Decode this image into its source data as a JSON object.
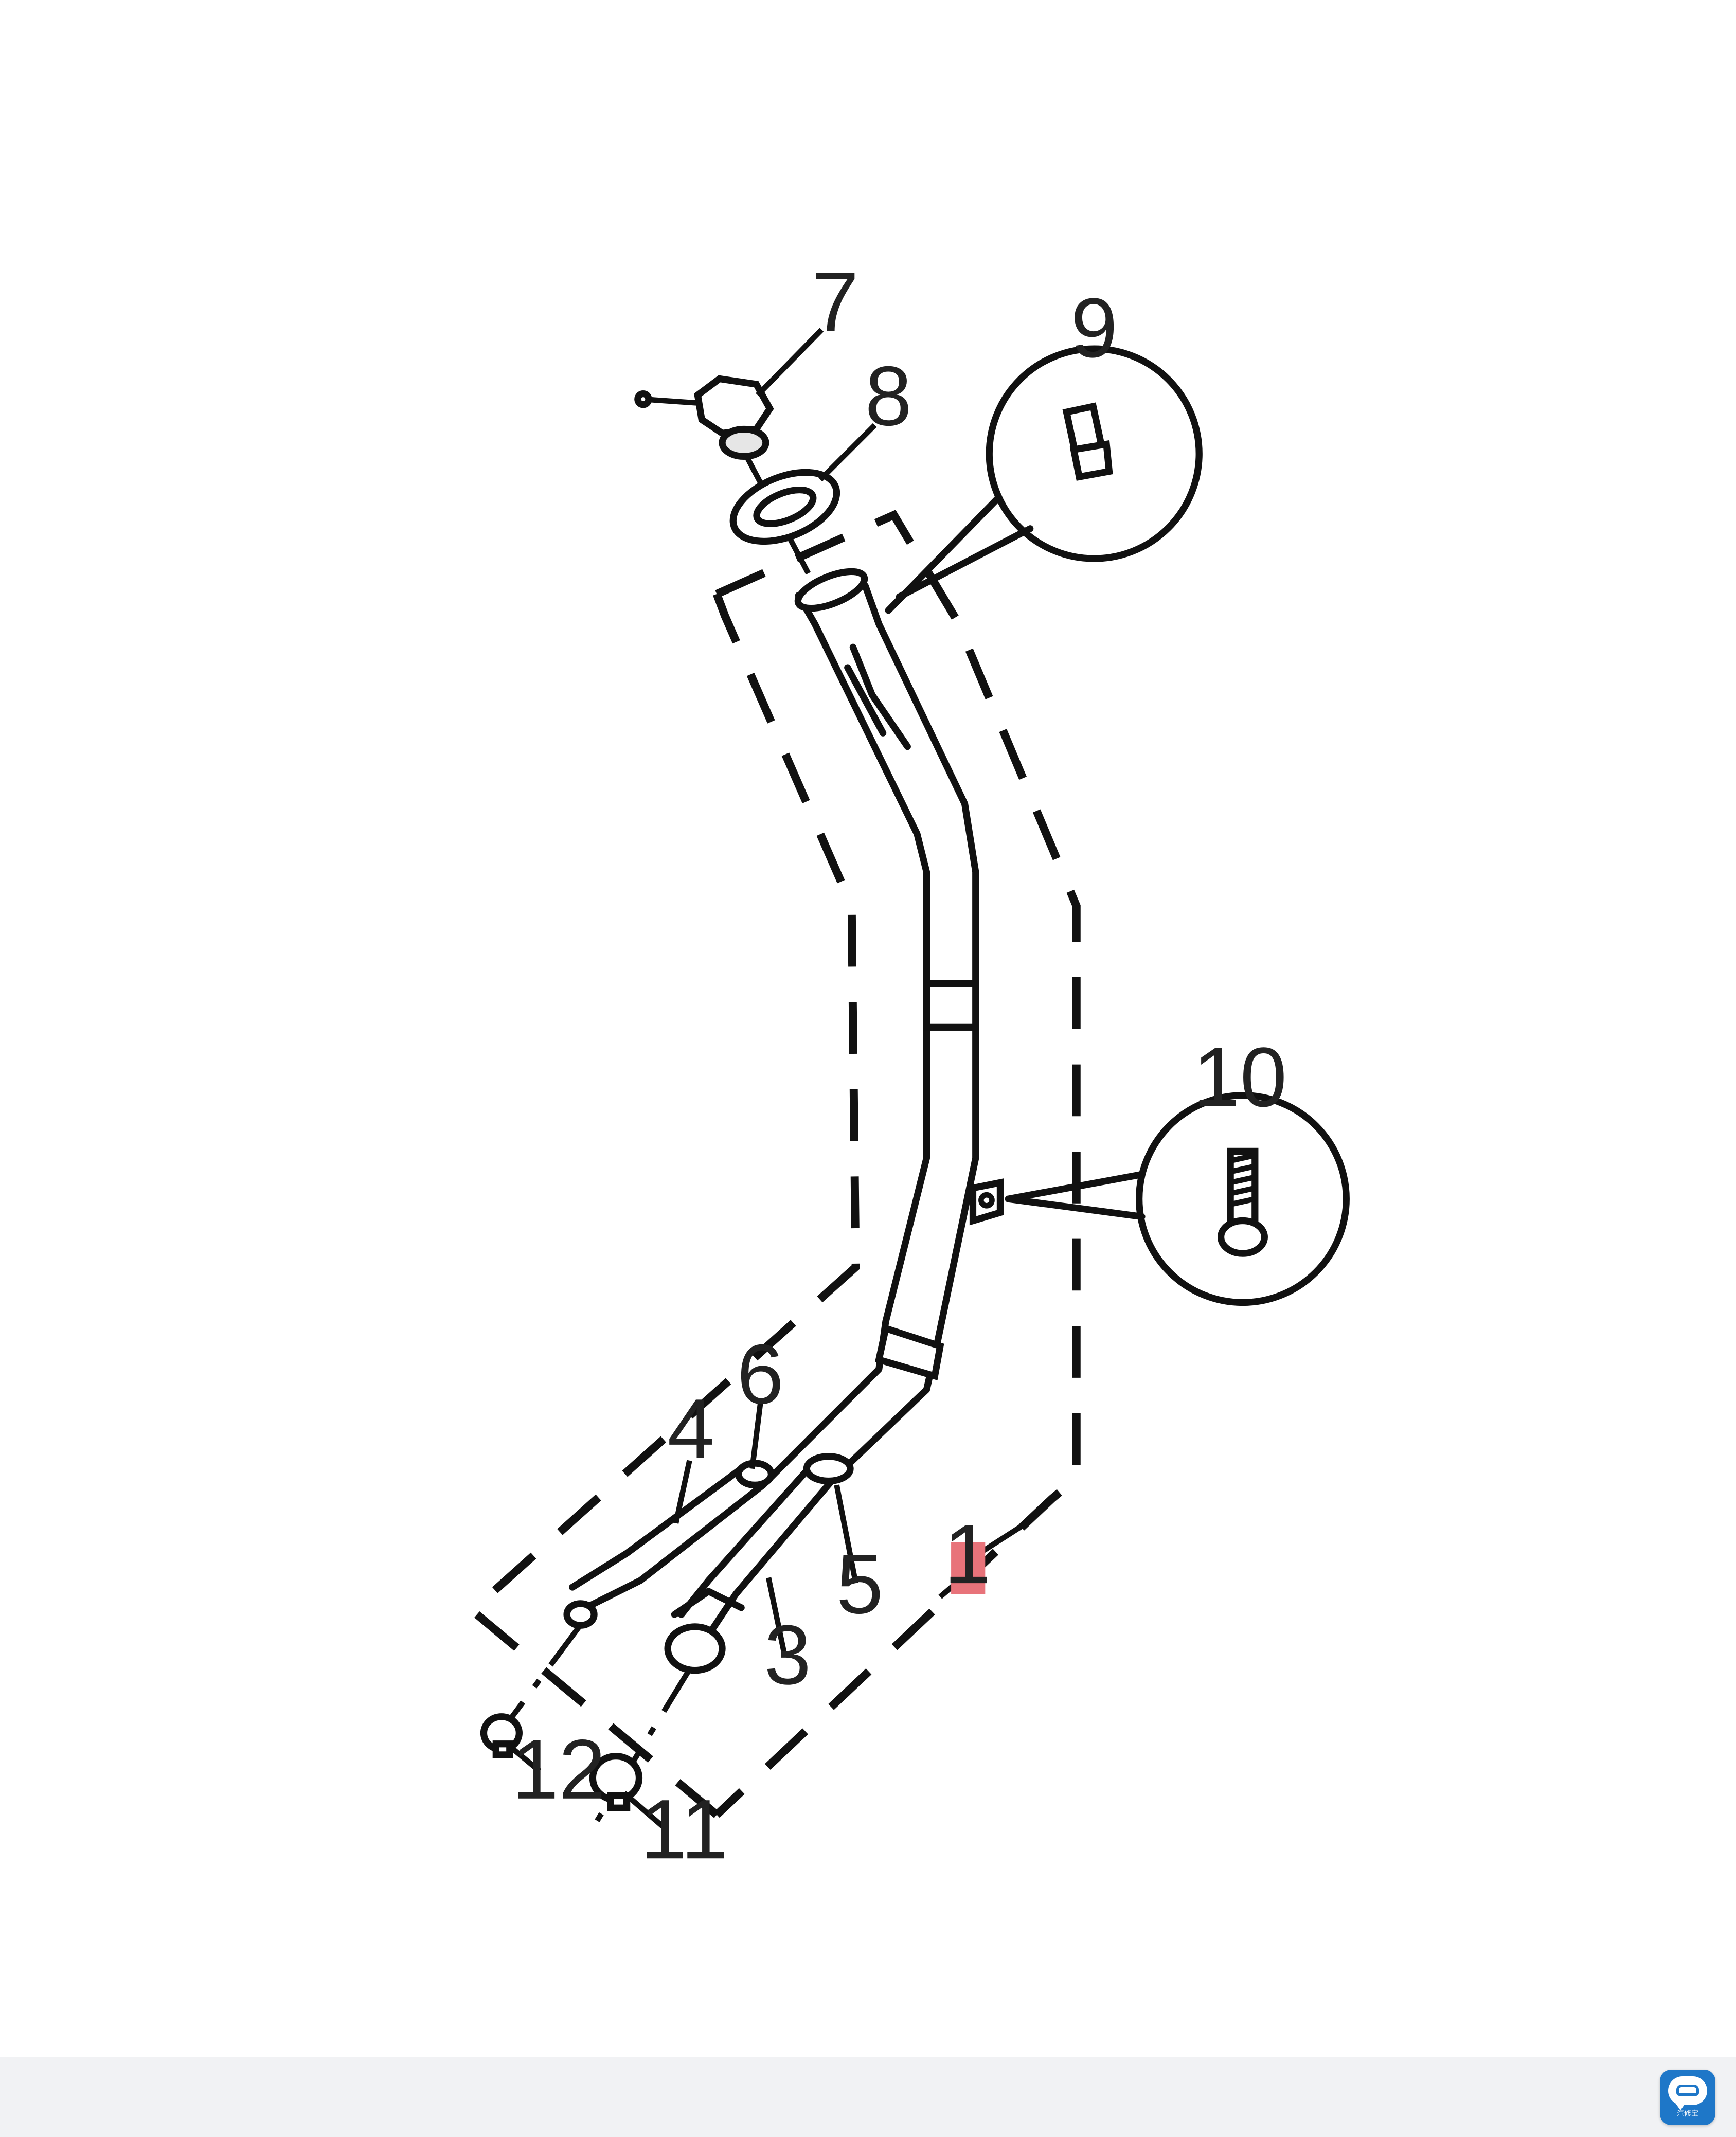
{
  "diagram": {
    "callouts": {
      "c1": "1",
      "c3": "3",
      "c4": "4",
      "c5": "5",
      "c6": "6",
      "c7": "7",
      "c8": "8",
      "c9": "9",
      "c10": "10",
      "c11": "11",
      "c12": "12"
    },
    "highlight_color": "#e8737a"
  },
  "footer": {
    "logo_icon": "car-chat-icon",
    "logo_text": "汽修宝",
    "accent_color": "#1e77c8"
  }
}
